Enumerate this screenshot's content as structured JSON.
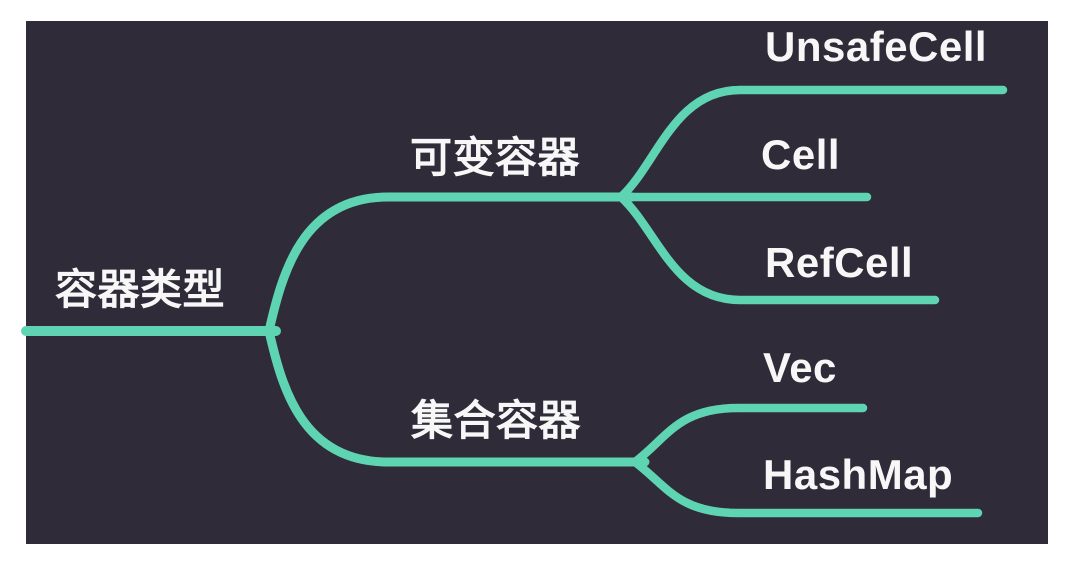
{
  "colors": {
    "canvas_background": "#ffffff",
    "panel_background": "#2F2B38",
    "connector": "#5FD4B2",
    "node_text": "#F7F7F7"
  },
  "mindmap": {
    "root": {
      "label": "容器类型"
    },
    "branches": [
      {
        "label": "可变容器",
        "children": [
          {
            "label": "UnsafeCell"
          },
          {
            "label": "Cell"
          },
          {
            "label": "RefCell"
          }
        ]
      },
      {
        "label": "集合容器",
        "children": [
          {
            "label": "Vec"
          },
          {
            "label": "HashMap"
          }
        ]
      }
    ]
  }
}
